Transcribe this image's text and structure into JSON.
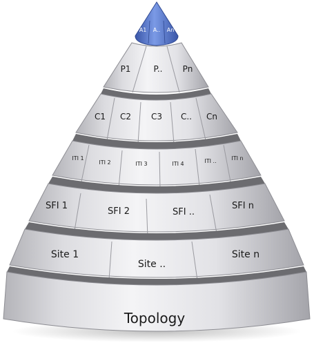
{
  "diagram": {
    "tip": {
      "labels": [
        "A1",
        "A..",
        "An"
      ]
    },
    "tiers": [
      {
        "labels": [
          "P1",
          "P..",
          "Pn"
        ]
      },
      {
        "labels": [
          "C1",
          "C2",
          "C3",
          "C..",
          "Cn"
        ]
      },
      {
        "labels": [
          "ITI 1",
          "ITI 2",
          "ITI 3",
          "ITI 4",
          "ITI ..",
          "ITI n"
        ]
      },
      {
        "labels": [
          "SFI 1",
          "SFI 2",
          "SFI ..",
          "SFI n"
        ]
      },
      {
        "labels": [
          "Site 1",
          "Site ..",
          "Site n"
        ]
      }
    ],
    "base": {
      "label": "Topology"
    },
    "colors": {
      "tip": "#5b7fd6",
      "tip_dark": "#3a56a8",
      "tier_light": "#f1f1f3",
      "tier_dark": "#a9a9ae",
      "seam": "#6c6c70"
    }
  }
}
